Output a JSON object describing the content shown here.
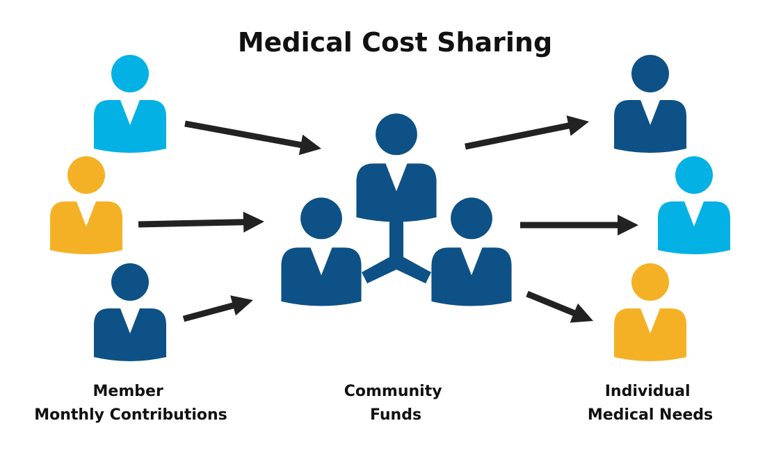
{
  "title": "Medical Cost Sharing",
  "captions": {
    "members": {
      "line1": "Member",
      "line2": "Monthly Contributions"
    },
    "community": {
      "line1": "Community",
      "line2": "Funds"
    },
    "needs": {
      "line1": "Individual",
      "line2": "Medical Needs"
    }
  },
  "colors": {
    "navy": "#0d5186",
    "cyan": "#03b1e5",
    "gold": "#f5b126",
    "arrow": "#222222",
    "text": "#111111"
  },
  "icons": {
    "person": "person-icon",
    "group": "people-network-icon",
    "arrow": "arrow-icon"
  },
  "members": [
    {
      "color": "cyan"
    },
    {
      "color": "gold"
    },
    {
      "color": "navy"
    }
  ],
  "needs": [
    {
      "color": "navy"
    },
    {
      "color": "cyan"
    },
    {
      "color": "gold"
    }
  ]
}
